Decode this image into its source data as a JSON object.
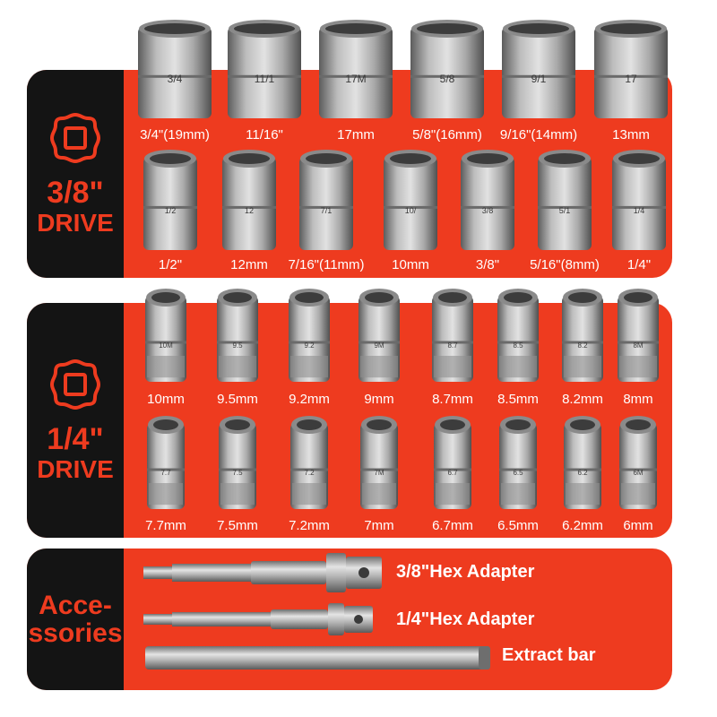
{
  "sections": {
    "drive38": {
      "line1": "3/8\"",
      "line2": "DRIVE"
    },
    "drive14": {
      "line1": "1/4\"",
      "line2": "DRIVE"
    },
    "accessories": {
      "line1": "Acce-",
      "line2": "ssories"
    }
  },
  "rows": {
    "r1": [
      "3/4\"(19mm)",
      "11/16\"",
      "17mm",
      "5/8\"(16mm)",
      "9/16\"(14mm)",
      "13mm"
    ],
    "r2": [
      "1/2\"",
      "12mm",
      "7/16\"(11mm)",
      "10mm",
      "3/8\"",
      "5/16\"(8mm)",
      "1/4\""
    ],
    "r3": [
      "10mm",
      "9.5mm",
      "9.2mm",
      "9mm",
      "8.7mm",
      "8.5mm",
      "8.2mm",
      "8mm"
    ],
    "r4": [
      "7.7mm",
      "7.5mm",
      "7.2mm",
      "7mm",
      "6.7mm",
      "6.5mm",
      "6.2mm",
      "6mm"
    ]
  },
  "engravings": {
    "r1": [
      "3/4",
      "11/1",
      "17M",
      "5/8",
      "9/1",
      "17"
    ],
    "r2": [
      "1/2",
      "12",
      "7/1",
      "10/",
      "3/8",
      "5/1",
      "1/4"
    ],
    "r3": [
      "10M",
      "9.5",
      "9.2",
      "9M",
      "8.7",
      "8.5",
      "8.2",
      "8M"
    ],
    "r4": [
      "7.7",
      "7.5",
      "7.2",
      "7M",
      "6.7",
      "6.5",
      "6.2",
      "6M"
    ]
  },
  "accessories": {
    "adapter38": "3/8\"Hex Adapter",
    "adapter14": "1/4\"Hex Adapter",
    "extract": "Extract bar"
  },
  "colors": {
    "accent": "#ee3b1f",
    "dark": "#141414",
    "label": "#ffffff",
    "steel": "#9b9b9b"
  }
}
